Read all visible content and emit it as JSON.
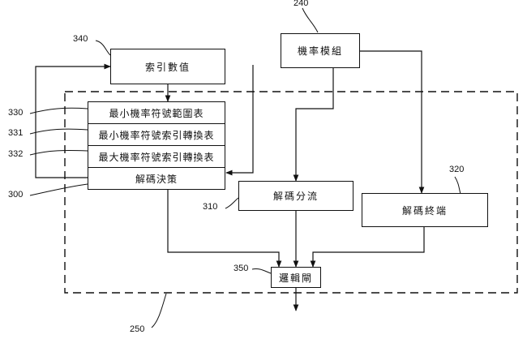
{
  "blocks": {
    "index_value": "索引數值",
    "prob_module": "機率模組",
    "table_min_prob_range": "最小機率符號範圍表",
    "table_min_prob_index": "最小機率符號索引轉換表",
    "table_max_prob_index": "最大機率符號索引轉換表",
    "decode_decision": "解碼決策",
    "decode_branch": "解碼分流",
    "decode_terminal": "解碼終端",
    "logic_gate": "邏輯閘"
  },
  "refs": {
    "r240": "240",
    "r340": "340",
    "r330": "330",
    "r331": "331",
    "r332": "332",
    "r300": "300",
    "r320": "320",
    "r310": "310",
    "r350": "350",
    "r250": "250"
  },
  "colors": {
    "line": "#111111",
    "background": "#ffffff"
  }
}
